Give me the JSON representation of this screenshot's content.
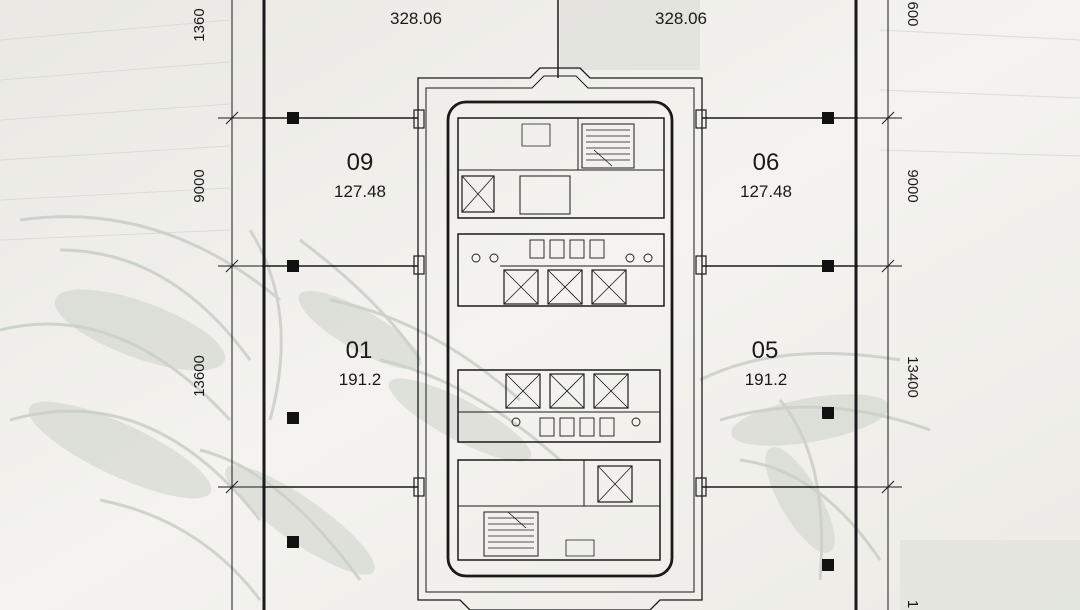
{
  "plan": {
    "units": [
      {
        "id": "unit-top-left",
        "number": "",
        "area": "328.06"
      },
      {
        "id": "unit-top-right",
        "number": "",
        "area": "328.06"
      },
      {
        "id": "unit-09",
        "number": "09",
        "area": "127.48"
      },
      {
        "id": "unit-06",
        "number": "06",
        "area": "127.48"
      },
      {
        "id": "unit-01",
        "number": "01",
        "area": "191.2"
      },
      {
        "id": "unit-05",
        "number": "05",
        "area": "191.2"
      }
    ],
    "dimensions": {
      "left": [
        "1360",
        "9000",
        "13600"
      ],
      "right": [
        "600",
        "9000",
        "13400",
        "1"
      ]
    },
    "colors": {
      "line": "#1a1a1a",
      "background": "#f3f2ee",
      "foliage": "#bfc5bb"
    }
  }
}
